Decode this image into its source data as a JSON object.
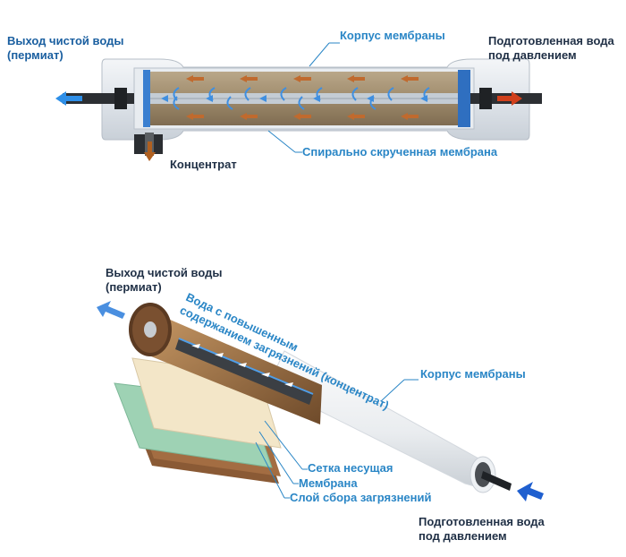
{
  "top_diagram": {
    "permeate_out": "Выход чистой воды\n(пермиат)",
    "housing": "Корпус мембраны",
    "feed_in": "Подготовленная вода\nпод давлением",
    "spiral_membrane": "Спирально скрученная мембрана",
    "concentrate": "Концентрат"
  },
  "bottom_diagram": {
    "permeate_out": "Выход чистой воды\n(пермиат)",
    "concentrate_water": "Вода  с повышенным\nсодержанием загрязнений (концентрат)",
    "housing": "Корпус мембраны",
    "support_mesh": "Сетка несущая",
    "membrane": "Мембрана",
    "contaminant_layer": "Слой сбора загрязнений",
    "feed_in": "Подготовленная вода\nпод давлением"
  },
  "colors": {
    "label_dark_blue": "#1a5fa0",
    "label_cyan": "#2a86c6",
    "flow_blue": "#3f8fe0",
    "flow_orange": "#c0602a",
    "membrane_brown": "#8a6a45"
  }
}
